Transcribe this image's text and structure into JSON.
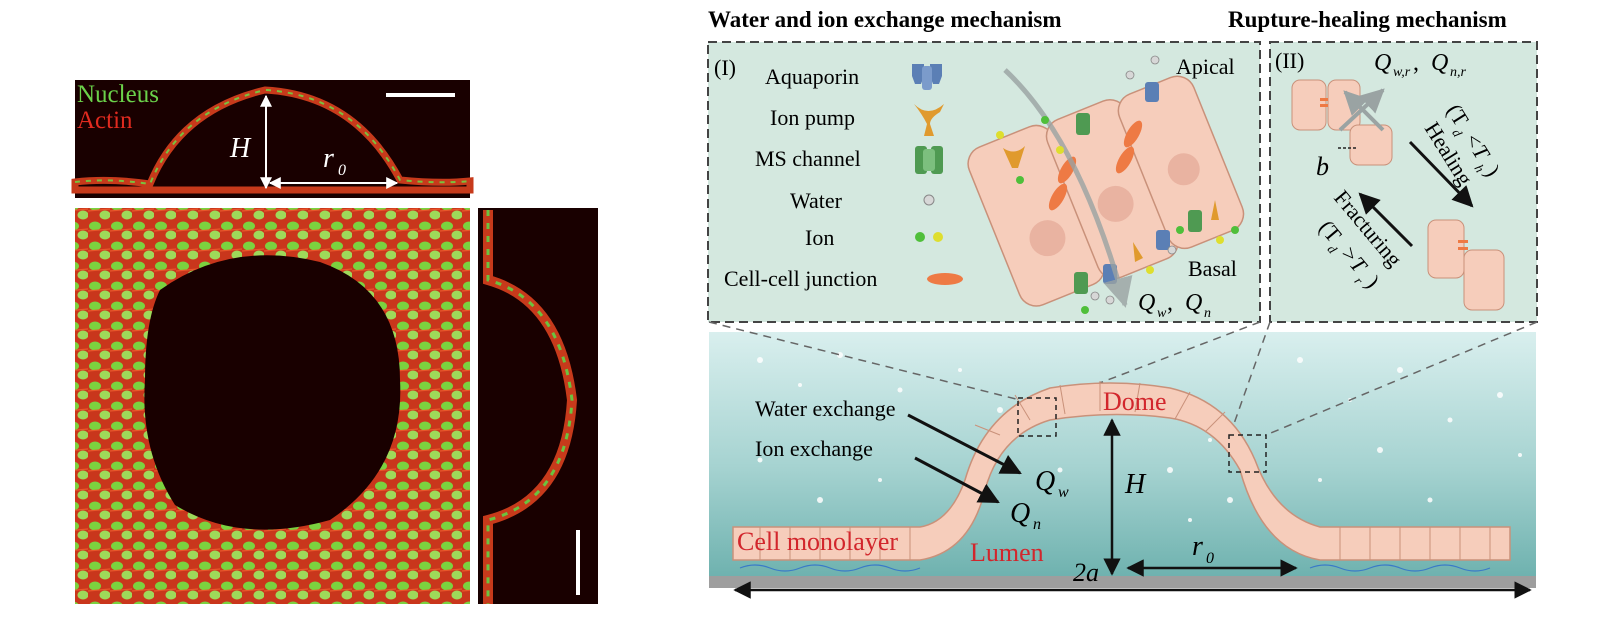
{
  "microscopy": {
    "top_panel": {
      "label_nucleus": "Nucleus",
      "label_actin": "Actin",
      "height_label": "H",
      "radius_label": "r",
      "radius_sub": "0"
    }
  },
  "sections": {
    "left_title": "Water and ion exchange mechanism",
    "right_title": "Rupture-healing mechanism"
  },
  "panel_I": {
    "tag": "(I)",
    "apical": "Apical",
    "basal": "Basal",
    "legend": [
      {
        "label": "Aquaporin",
        "icon": "aquaporin-icon"
      },
      {
        "label": "Ion pump",
        "icon": "ion-pump-icon"
      },
      {
        "label": "MS channel",
        "icon": "ms-channel-icon"
      },
      {
        "label": "Water",
        "icon": "water-dot-icon"
      },
      {
        "label": "Ion",
        "icon": "ion-dots-icon"
      },
      {
        "label": "Cell-cell junction",
        "icon": "junction-icon"
      }
    ],
    "flux_label": "Q",
    "flux_w": "w",
    "flux_n": "n",
    "flux_sep": ","
  },
  "panel_II": {
    "tag": "(II)",
    "flux_label": "Q",
    "flux_w": "w,r",
    "flux_n": "n,r",
    "flux_sep": ",",
    "healing": "Healing",
    "healing_cond": "(T",
    "healing_d": "d",
    "healing_lt": "<T",
    "healing_h": "h",
    "healing_close": ")",
    "fracturing": "Fracturing",
    "fracturing_cond": "(T",
    "fracturing_d": "d",
    "fracturing_gt": ">T",
    "fracturing_r": "r",
    "fracturing_close": ")",
    "gap_label": "b"
  },
  "dome": {
    "dome_label": "Dome",
    "water_exchange": "Water exchange",
    "ion_exchange": "Ion exchange",
    "qw": "Q",
    "qw_sub": "w",
    "qn": "Q",
    "qn_sub": "n",
    "height": "H",
    "radius": "r",
    "radius_sub": "0",
    "monolayer": "Cell monolayer",
    "lumen": "Lumen",
    "width": "2a"
  },
  "colors": {
    "panel_bg": "#d4e8df",
    "dome_bg_top": "#cfe9e6",
    "dome_bg_bottom": "#7fbcb9",
    "cell_fill": "#f6cdbb",
    "cell_stroke": "#c9917a",
    "red_label": "#d2262c",
    "aquaporin": "#5b7fb5",
    "ion_pump": "#e09a2e",
    "ms_channel": "#4f9a52",
    "junction": "#ee7a44"
  }
}
